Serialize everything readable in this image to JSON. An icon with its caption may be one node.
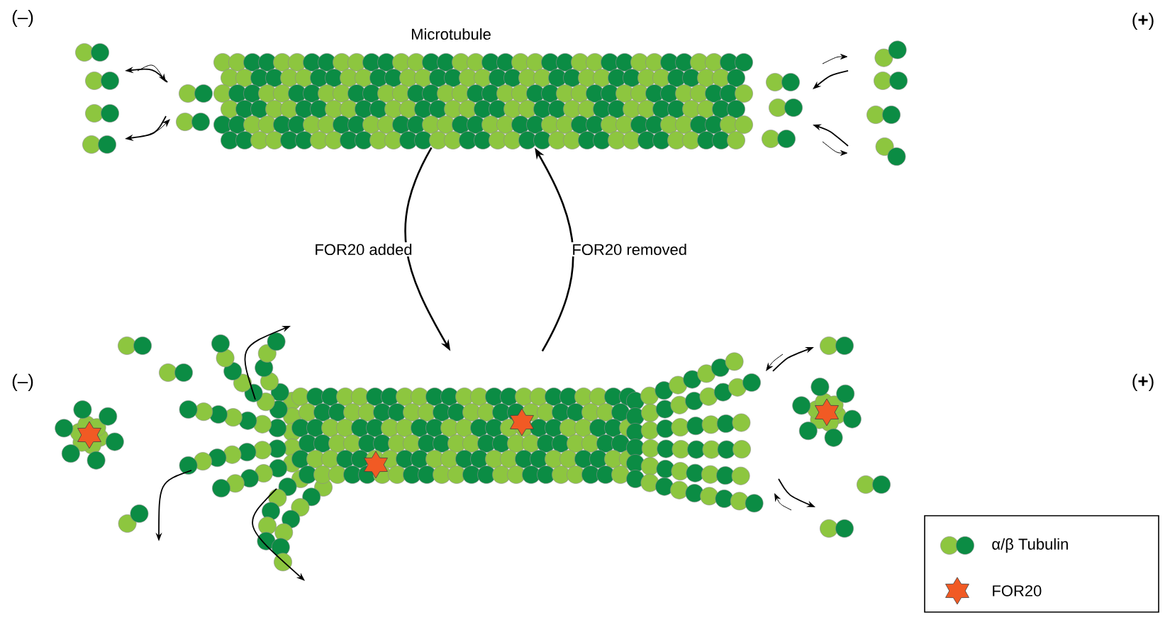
{
  "diagram": {
    "nodes": [
      {
        "text": [
          "Microtubule"
        ]
      },
      {
        "text": [],
        "shape": "picture"
      }
    ],
    "edges": [
      {
        "from": 0,
        "to": 1,
        "arrow": "to",
        "label": "FOR20 added"
      },
      {
        "from": 1,
        "to": 0,
        "arrow": "to",
        "label": "FOR20 removed"
      }
    ],
    "labels": [
      "(–)",
      "(**+**)",
      "(–)",
      "(**+**)"
    ],
    "legend": [
      {
        "text": "α/β Tubulin"
      },
      {
        "text": "FOR20"
      }
    ]
  }
}
